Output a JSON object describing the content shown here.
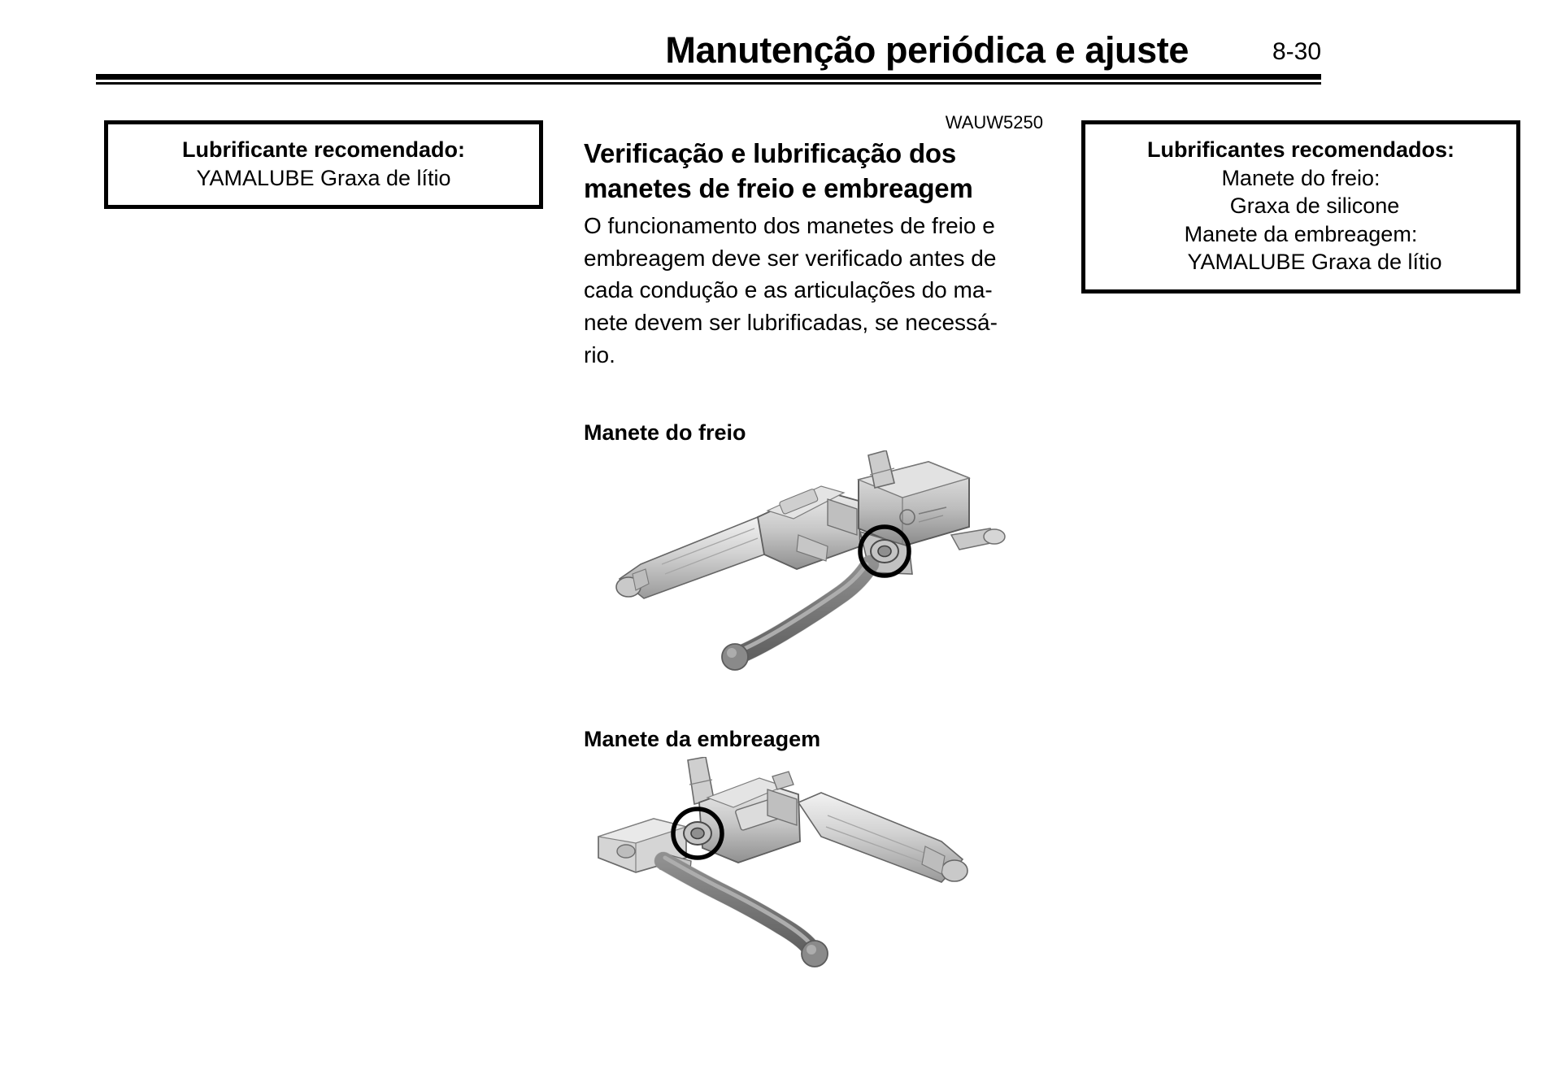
{
  "header": {
    "title": "Manutenção periódica e ajuste",
    "page_number": "8-30"
  },
  "left_box": {
    "title": "Lubrificante recomendado:",
    "lines": [
      "YAMALUBE Graxa de lítio"
    ]
  },
  "right_box": {
    "title": "Lubrificantes recomendados:",
    "lines": [
      "Manete do freio:",
      "Graxa de silicone",
      "Manete da embreagem:",
      "YAMALUBE Graxa de lítio"
    ]
  },
  "center": {
    "doc_code": "WAUW5250",
    "heading_line_1": "Verificação e lubrificação dos",
    "heading_line_2": "manetes de freio e embreagem",
    "paragraph_lines": [
      "O funcionamento dos manetes de freio e",
      "embreagem deve ser verificado antes de",
      "cada condução e as articulações do ma-",
      "nete devem ser lubrificadas, se necessá-",
      "rio."
    ],
    "figure_1_caption": "Manete do freio",
    "figure_2_caption": "Manete da embreagem"
  },
  "colors": {
    "ink": "#000000",
    "paper": "#ffffff",
    "art_light": "#dcdcdc",
    "art_mid": "#b4b4b4",
    "art_dark": "#8c8c8c",
    "art_lever": "#7a7a7a",
    "art_outline": "#555555"
  }
}
